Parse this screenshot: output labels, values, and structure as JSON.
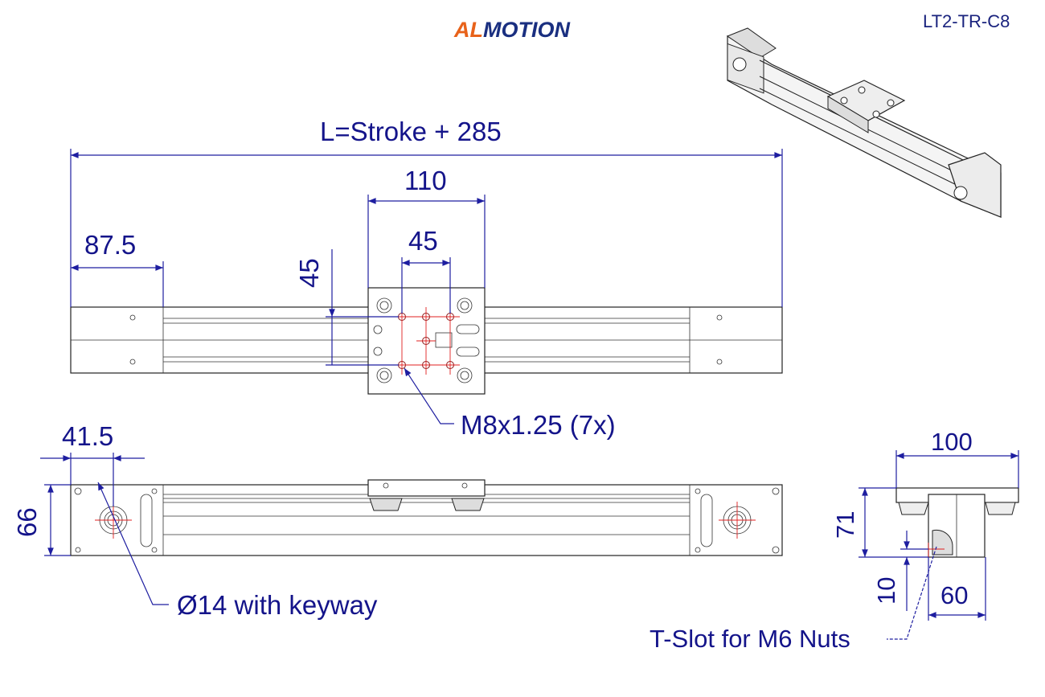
{
  "header": {
    "logo_part1": "AL",
    "logo_part2": "MOTION",
    "model_code": "LT2-TR-C8"
  },
  "dimensions": {
    "total_length": "L=Stroke + 285",
    "carriage_width": "110",
    "hole_spacing_x": "45",
    "hole_spacing_y": "45",
    "end_offset": "87.5",
    "thread_note": "M8x1.25 (7x)",
    "shaft_offset": "41.5",
    "side_height": "66",
    "shaft_note": "Ø14 with keyway",
    "profile_width": "100",
    "profile_height": "71",
    "slot_depth": "10",
    "slot_width": "60",
    "tslot_note": "T-Slot for M6 Nuts"
  },
  "colors": {
    "dimension": "#1e1ea0",
    "centerline": "#e02020",
    "logo_orange": "#e8621a",
    "logo_blue": "#1a2f80"
  }
}
